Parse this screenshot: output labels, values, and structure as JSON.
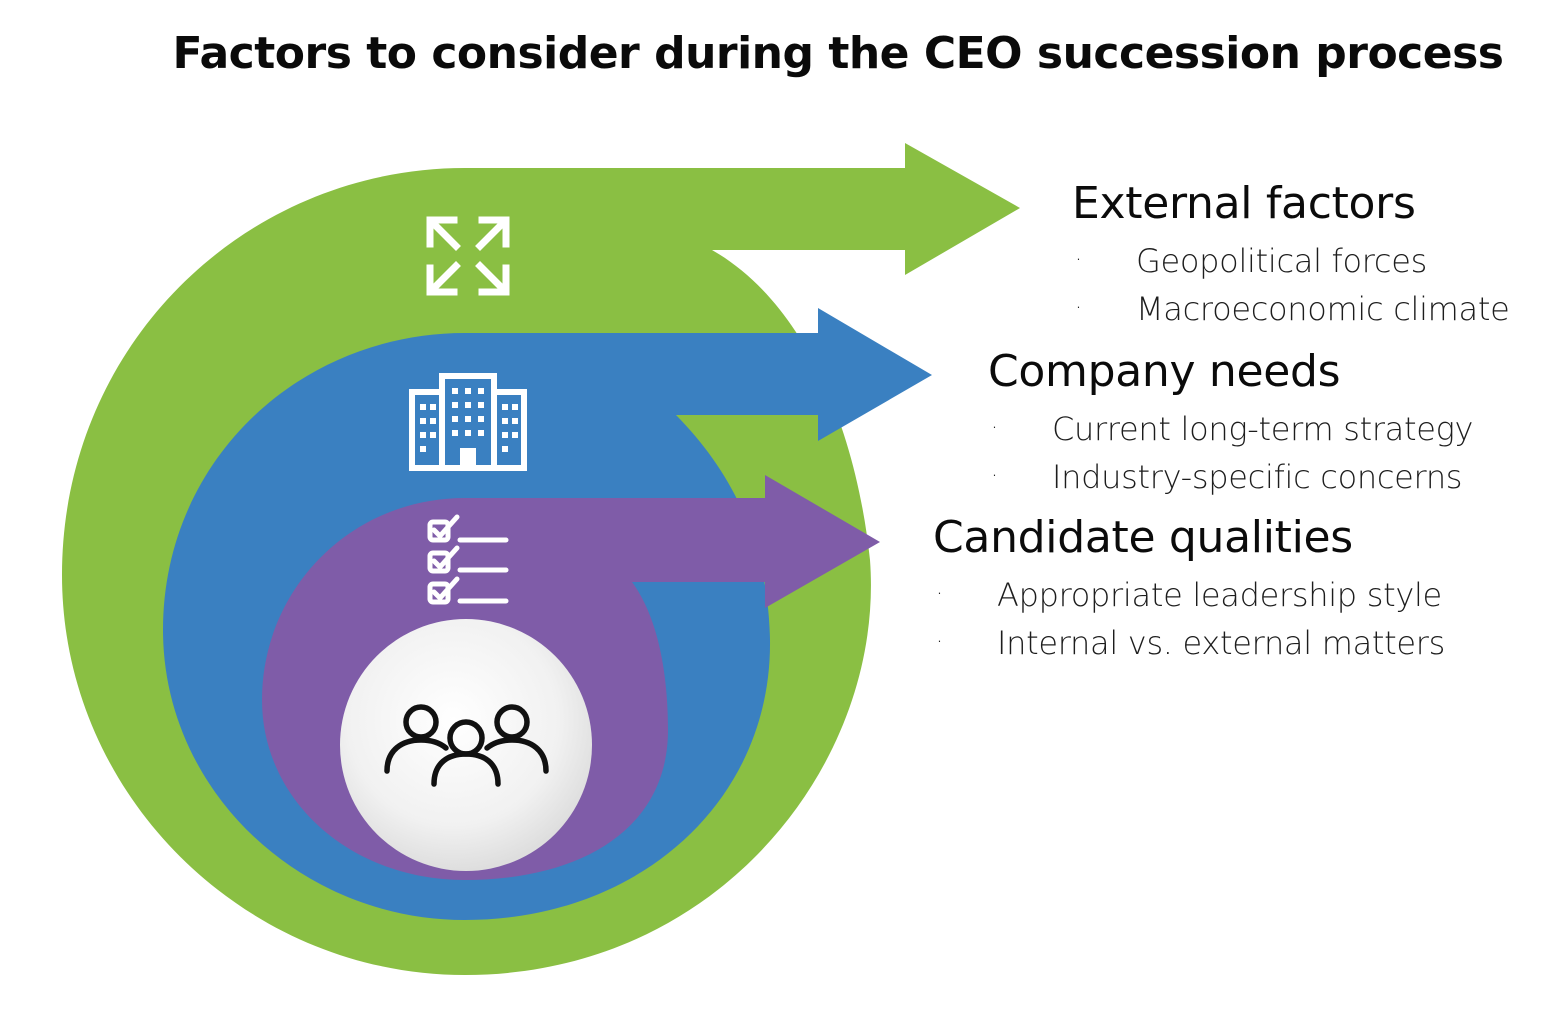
{
  "title": "Factors to consider during the CEO succession process",
  "colors": {
    "green": "#8abf43",
    "blue": "#3a80c1",
    "purple": "#7f5ca8",
    "center": "#efefef",
    "icon_light": "#ffffff",
    "icon_dark": "#111111"
  },
  "layers": [
    {
      "heading": "External factors",
      "color": "green",
      "icon": "expand-arrows-icon",
      "bullets": [
        "Geopolitical forces",
        "Macroeconomic climate"
      ]
    },
    {
      "heading": "Company needs",
      "color": "blue",
      "icon": "office-building-icon",
      "bullets": [
        "Current long-term strategy",
        "Industry-specific concerns"
      ]
    },
    {
      "heading": "Candidate qualities",
      "color": "purple",
      "icon": "checklist-icon",
      "bullets": [
        "Appropriate leadership style",
        "Internal vs. external matters"
      ]
    }
  ],
  "center_icon": "people-group-icon",
  "bullet_glyph": "·"
}
